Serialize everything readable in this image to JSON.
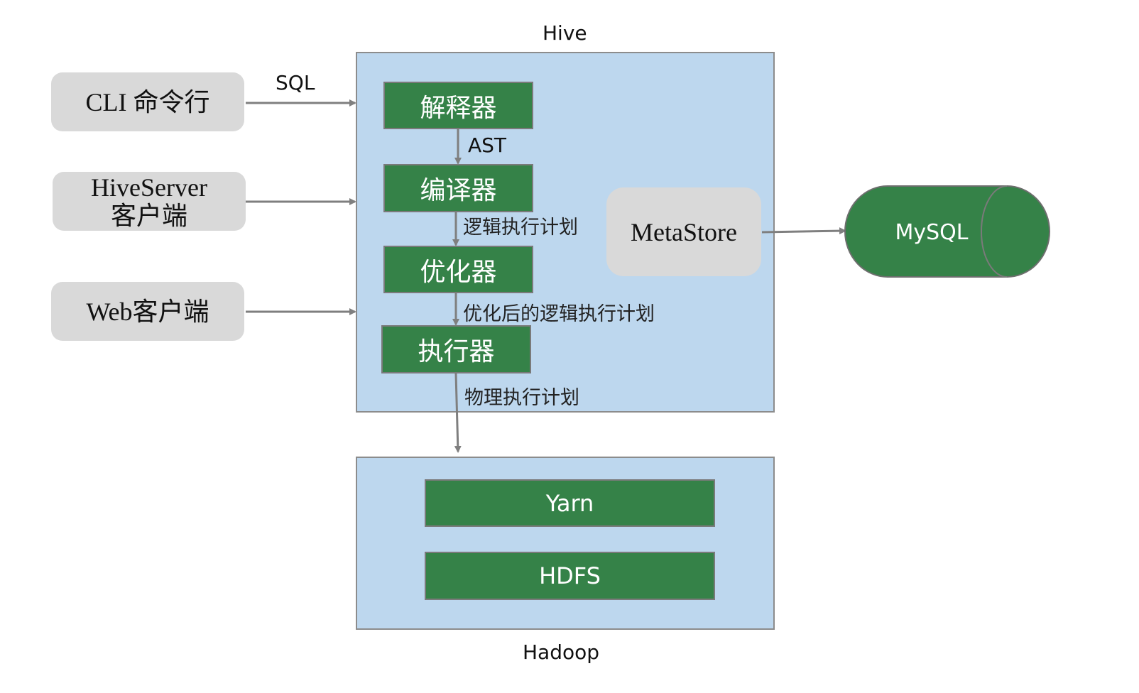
{
  "hive": {
    "title": "Hive",
    "components": [
      {
        "id": "parser",
        "label": "解释器"
      },
      {
        "id": "compiler",
        "label": "编译器"
      },
      {
        "id": "optimizer",
        "label": "优化器"
      },
      {
        "id": "executor",
        "label": "执行器"
      }
    ],
    "edges": [
      {
        "from": "parser",
        "to": "compiler",
        "label": "AST"
      },
      {
        "from": "compiler",
        "to": "optimizer",
        "label": "逻辑执行计划"
      },
      {
        "from": "optimizer",
        "to": "executor",
        "label": "优化后的逻辑执行计划"
      },
      {
        "from": "executor",
        "to": "hadoop",
        "label": "物理执行计划"
      }
    ],
    "metastore": "MetaStore"
  },
  "clients": [
    {
      "id": "cli",
      "label": "CLI 命令行"
    },
    {
      "id": "hiveserver",
      "label": "HiveServer",
      "label2": "客户端"
    },
    {
      "id": "web",
      "label": "Web客户端"
    }
  ],
  "client_edge_label": "SQL",
  "database": {
    "label": "MySQL"
  },
  "hadoop": {
    "title": "Hadoop",
    "components": [
      {
        "id": "yarn",
        "label": "Yarn"
      },
      {
        "id": "hdfs",
        "label": "HDFS"
      }
    ]
  },
  "colors": {
    "container_bg": "#bdd7ee",
    "component_green": "#358248",
    "client_gray": "#d9d9d9",
    "arrow_gray": "#7f7f7f"
  }
}
